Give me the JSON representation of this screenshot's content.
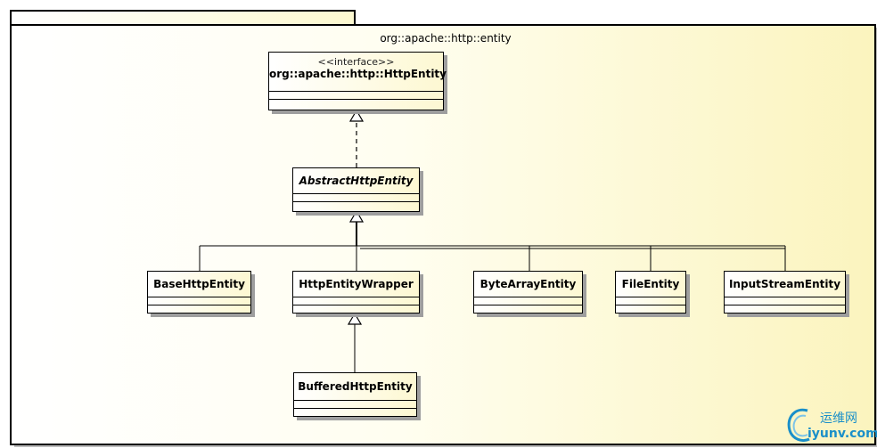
{
  "package": {
    "name": "org::apache::http::entity"
  },
  "interface": {
    "stereotype": "<<interface>>",
    "name": "org::apache::http::HttpEntity"
  },
  "abstract_class": {
    "name": "AbstractHttpEntity"
  },
  "subclasses": [
    {
      "name": "BaseHttpEntity"
    },
    {
      "name": "HttpEntityWrapper"
    },
    {
      "name": "ByteArrayEntity"
    },
    {
      "name": "FileEntity"
    },
    {
      "name": "InputStreamEntity"
    }
  ],
  "wrapper_subclass": {
    "name": "BufferedHttpEntity"
  },
  "watermark": {
    "line1": "运维网",
    "line2": "iyunv.com"
  }
}
